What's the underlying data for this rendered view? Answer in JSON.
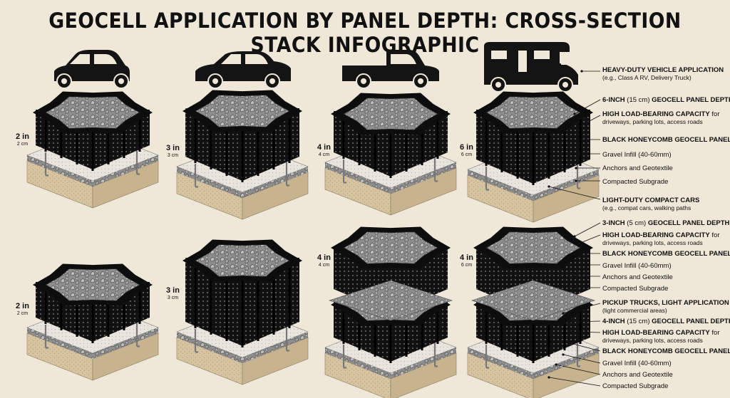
{
  "title": "GEOCELL APPLICATION BY PANEL DEPTH: CROSS-SECTION STACK INFOGRAPHIC",
  "vehicles": [
    {
      "icon": "compact-car-icon"
    },
    {
      "icon": "sedan-icon"
    },
    {
      "icon": "pickup-truck-icon"
    },
    {
      "icon": "rv-icon"
    }
  ],
  "top_row_depths": [
    {
      "in": "2 in",
      "cm": "2 cm"
    },
    {
      "in": "3 in",
      "cm": "3 cm"
    },
    {
      "in": "4 in",
      "cm": "4 cm"
    },
    {
      "in": "6 in",
      "cm": "6 cm"
    }
  ],
  "bottom_row_depths": [
    {
      "in": "2 in",
      "cm": "2 cm"
    },
    {
      "in": "3 in",
      "cm": "3 cm"
    },
    {
      "in": "4 in",
      "cm": "4 cm"
    },
    {
      "in": "4 in",
      "cm": "6 cm"
    }
  ],
  "callouts": {
    "heavy_title_bold": "HEAVY-DUTY",
    "heavy_title_rest": " VEHICLE APPLICATION",
    "heavy_sub": "(e.g., Class A RV, Delivery Truck)",
    "g1_depth_bold": "6-INCH",
    "g1_depth_mid": " (15 cm) ",
    "g1_depth_end": "GEOCELL PANEL DEPTH",
    "g1_load_bold": "HIGH LOAD-BEARING CAPACITY",
    "g1_load_rest": " for",
    "g1_load_sub": "driveways, parking lots, access roads",
    "g1_panel": "BLACK HONEYCOMB GEOCELL PANEL",
    "g1_gravel": "Gravel Infill (40-60mm)",
    "g1_anchors": "Anchors and Geotextile",
    "g1_subgrade": "Compacted Subgrade",
    "light_title": "LIGHT-DUTY COMPACT CARS",
    "light_sub": "(e.g., compat cars, walking paths",
    "g2_depth_bold": "3-INCH",
    "g2_depth_mid": " (5 cm) ",
    "g2_depth_end": "GEOCELL PANEL DEPTH",
    "g2_load_bold": "HIGH LOAD-BEARING CAPACITY",
    "g2_load_rest": " for",
    "g2_load_sub": "driveways, parking lots, access roads",
    "g2_panel": "BLACK HONEYCOMB GEOCELL PANEL",
    "g2_gravel": "Gravel Infill (40-60mm)",
    "g2_anchors": "Anchors and Geotextile",
    "g2_subgrade": "Compacted Subgrade",
    "pickup_title": "PICKUP TRUCKS, LIGHT APPLICATION",
    "pickup_sub": "(light commercial areas)",
    "g3_depth_bold": "4-INCH",
    "g3_depth_mid": " (15 cm) ",
    "g3_depth_end": "GEOCELL PANEL DEPTH",
    "g3_load_bold": "HIGH LOAD-BEARING CAPACITY",
    "g3_load_rest": " for",
    "g3_load_sub": "driveways, parking lots, access roads",
    "g3_panel": "BLACK HONEYCOMB GEOCELL PANEL",
    "g3_gravel": "Gravel Infill (40-60mm)",
    "g3_anchors": "Anchors and Geotextile",
    "g3_subgrade": "Compacted Subgrade"
  }
}
